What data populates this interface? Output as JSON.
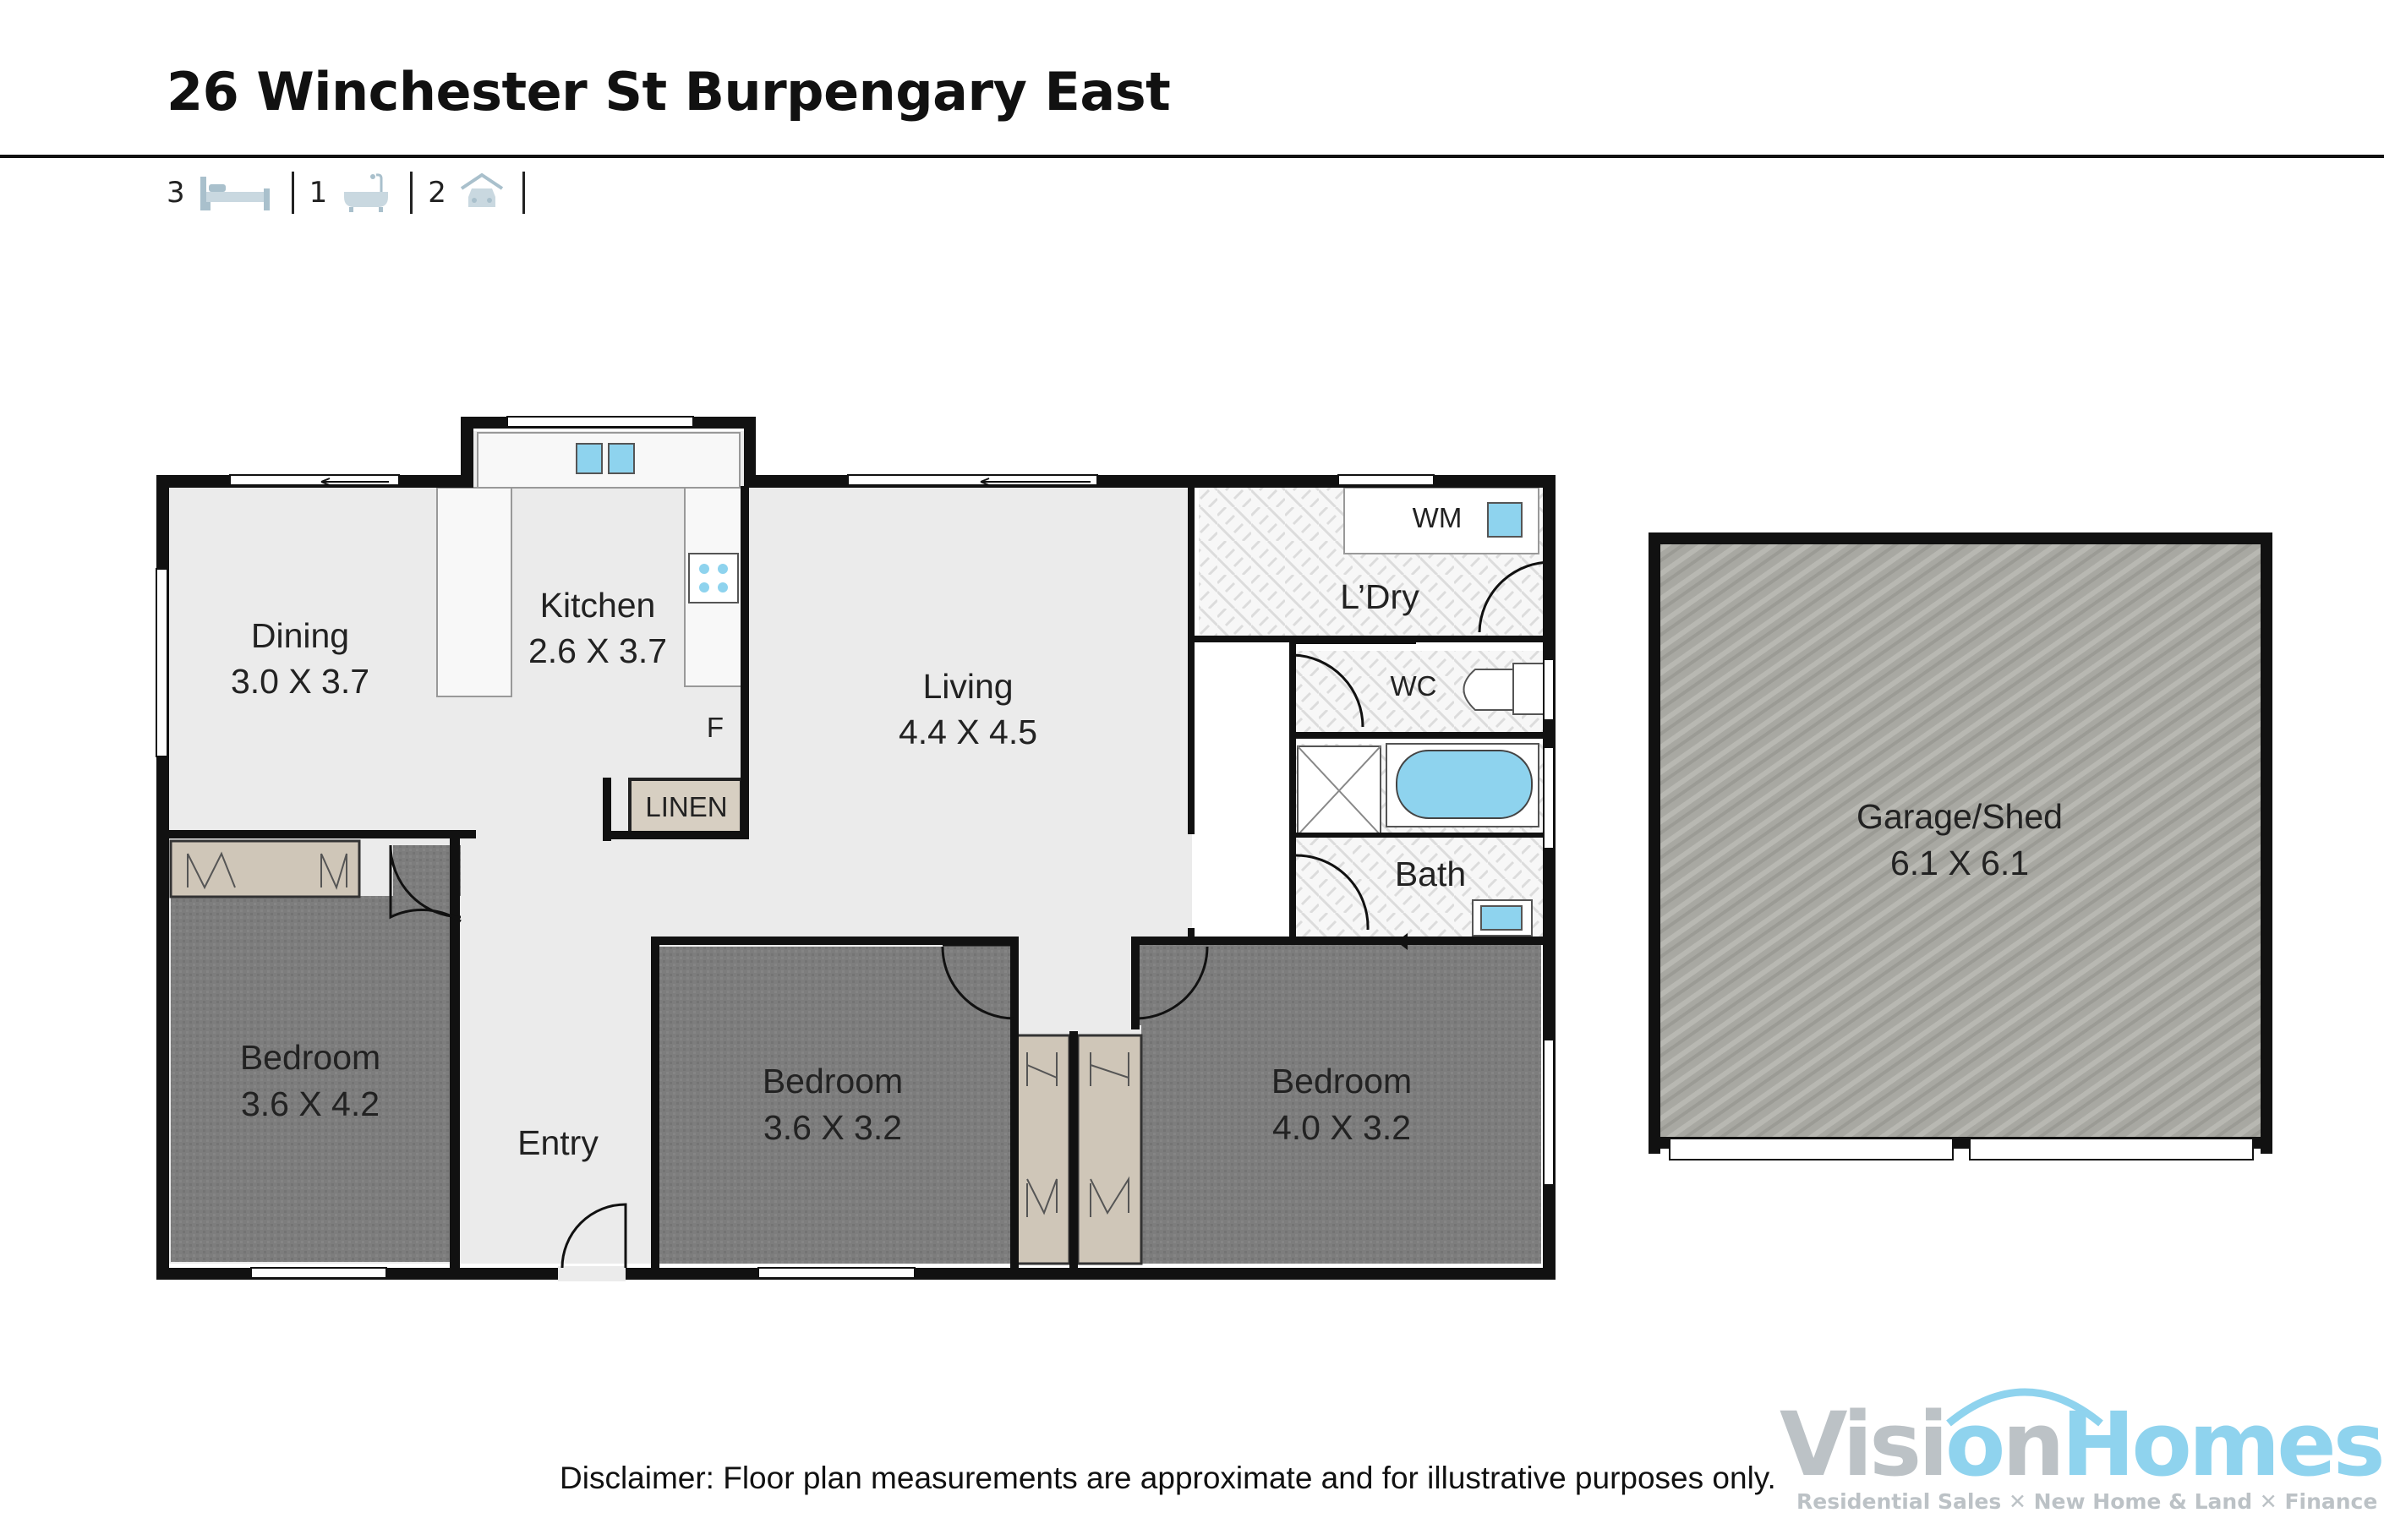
{
  "header": {
    "address": "26 Winchester St Burpengary East",
    "features": [
      {
        "count": "3",
        "icon": "bed-icon"
      },
      {
        "count": "1",
        "icon": "bathtub-icon"
      },
      {
        "count": "2",
        "icon": "car-garage-icon"
      }
    ]
  },
  "rooms": {
    "dining": {
      "name": "Dining",
      "size": "3.0 X 3.7"
    },
    "kitchen": {
      "name": "Kitchen",
      "size": "2.6 X 3.7"
    },
    "living": {
      "name": "Living",
      "size": "4.4 X 4.5"
    },
    "laundry": {
      "name": "L’Dry"
    },
    "wc": {
      "name": "WC"
    },
    "bath": {
      "name": "Bath"
    },
    "linen": {
      "name": "LINEN"
    },
    "fridge": {
      "name": "F"
    },
    "washing_machine": {
      "name": "WM"
    },
    "entry": {
      "name": "Entry"
    },
    "bedroom_1": {
      "name": "Bedroom",
      "size": "3.6 X 4.2"
    },
    "bedroom_2": {
      "name": "Bedroom",
      "size": "3.6 X 3.2"
    },
    "bedroom_3": {
      "name": "Bedroom",
      "size": "4.0 X 3.2"
    },
    "garage": {
      "name": "Garage/Shed",
      "size": "6.1 X 6.1"
    }
  },
  "disclaimer": "Disclaimer: Floor plan measurements are approximate and for illustrative purposes only.",
  "logo": {
    "word_vision": "Visi",
    "word_o": "o",
    "word_n": "n",
    "word_homes": "Homes",
    "tagline": "Residential Sales ✕ New Home & Land ✕ Finance"
  },
  "colors": {
    "wall": "#111111",
    "floor_light": "#ebebeb",
    "floor_carpet": "#7a7a7a",
    "garage_floor": "#a9a9a4",
    "wardrobe": "#cfc6b8",
    "fixture_blue": "#8ed3ee",
    "logo_grey": "#bcc2c6",
    "logo_blue": "#8fd3ee"
  }
}
